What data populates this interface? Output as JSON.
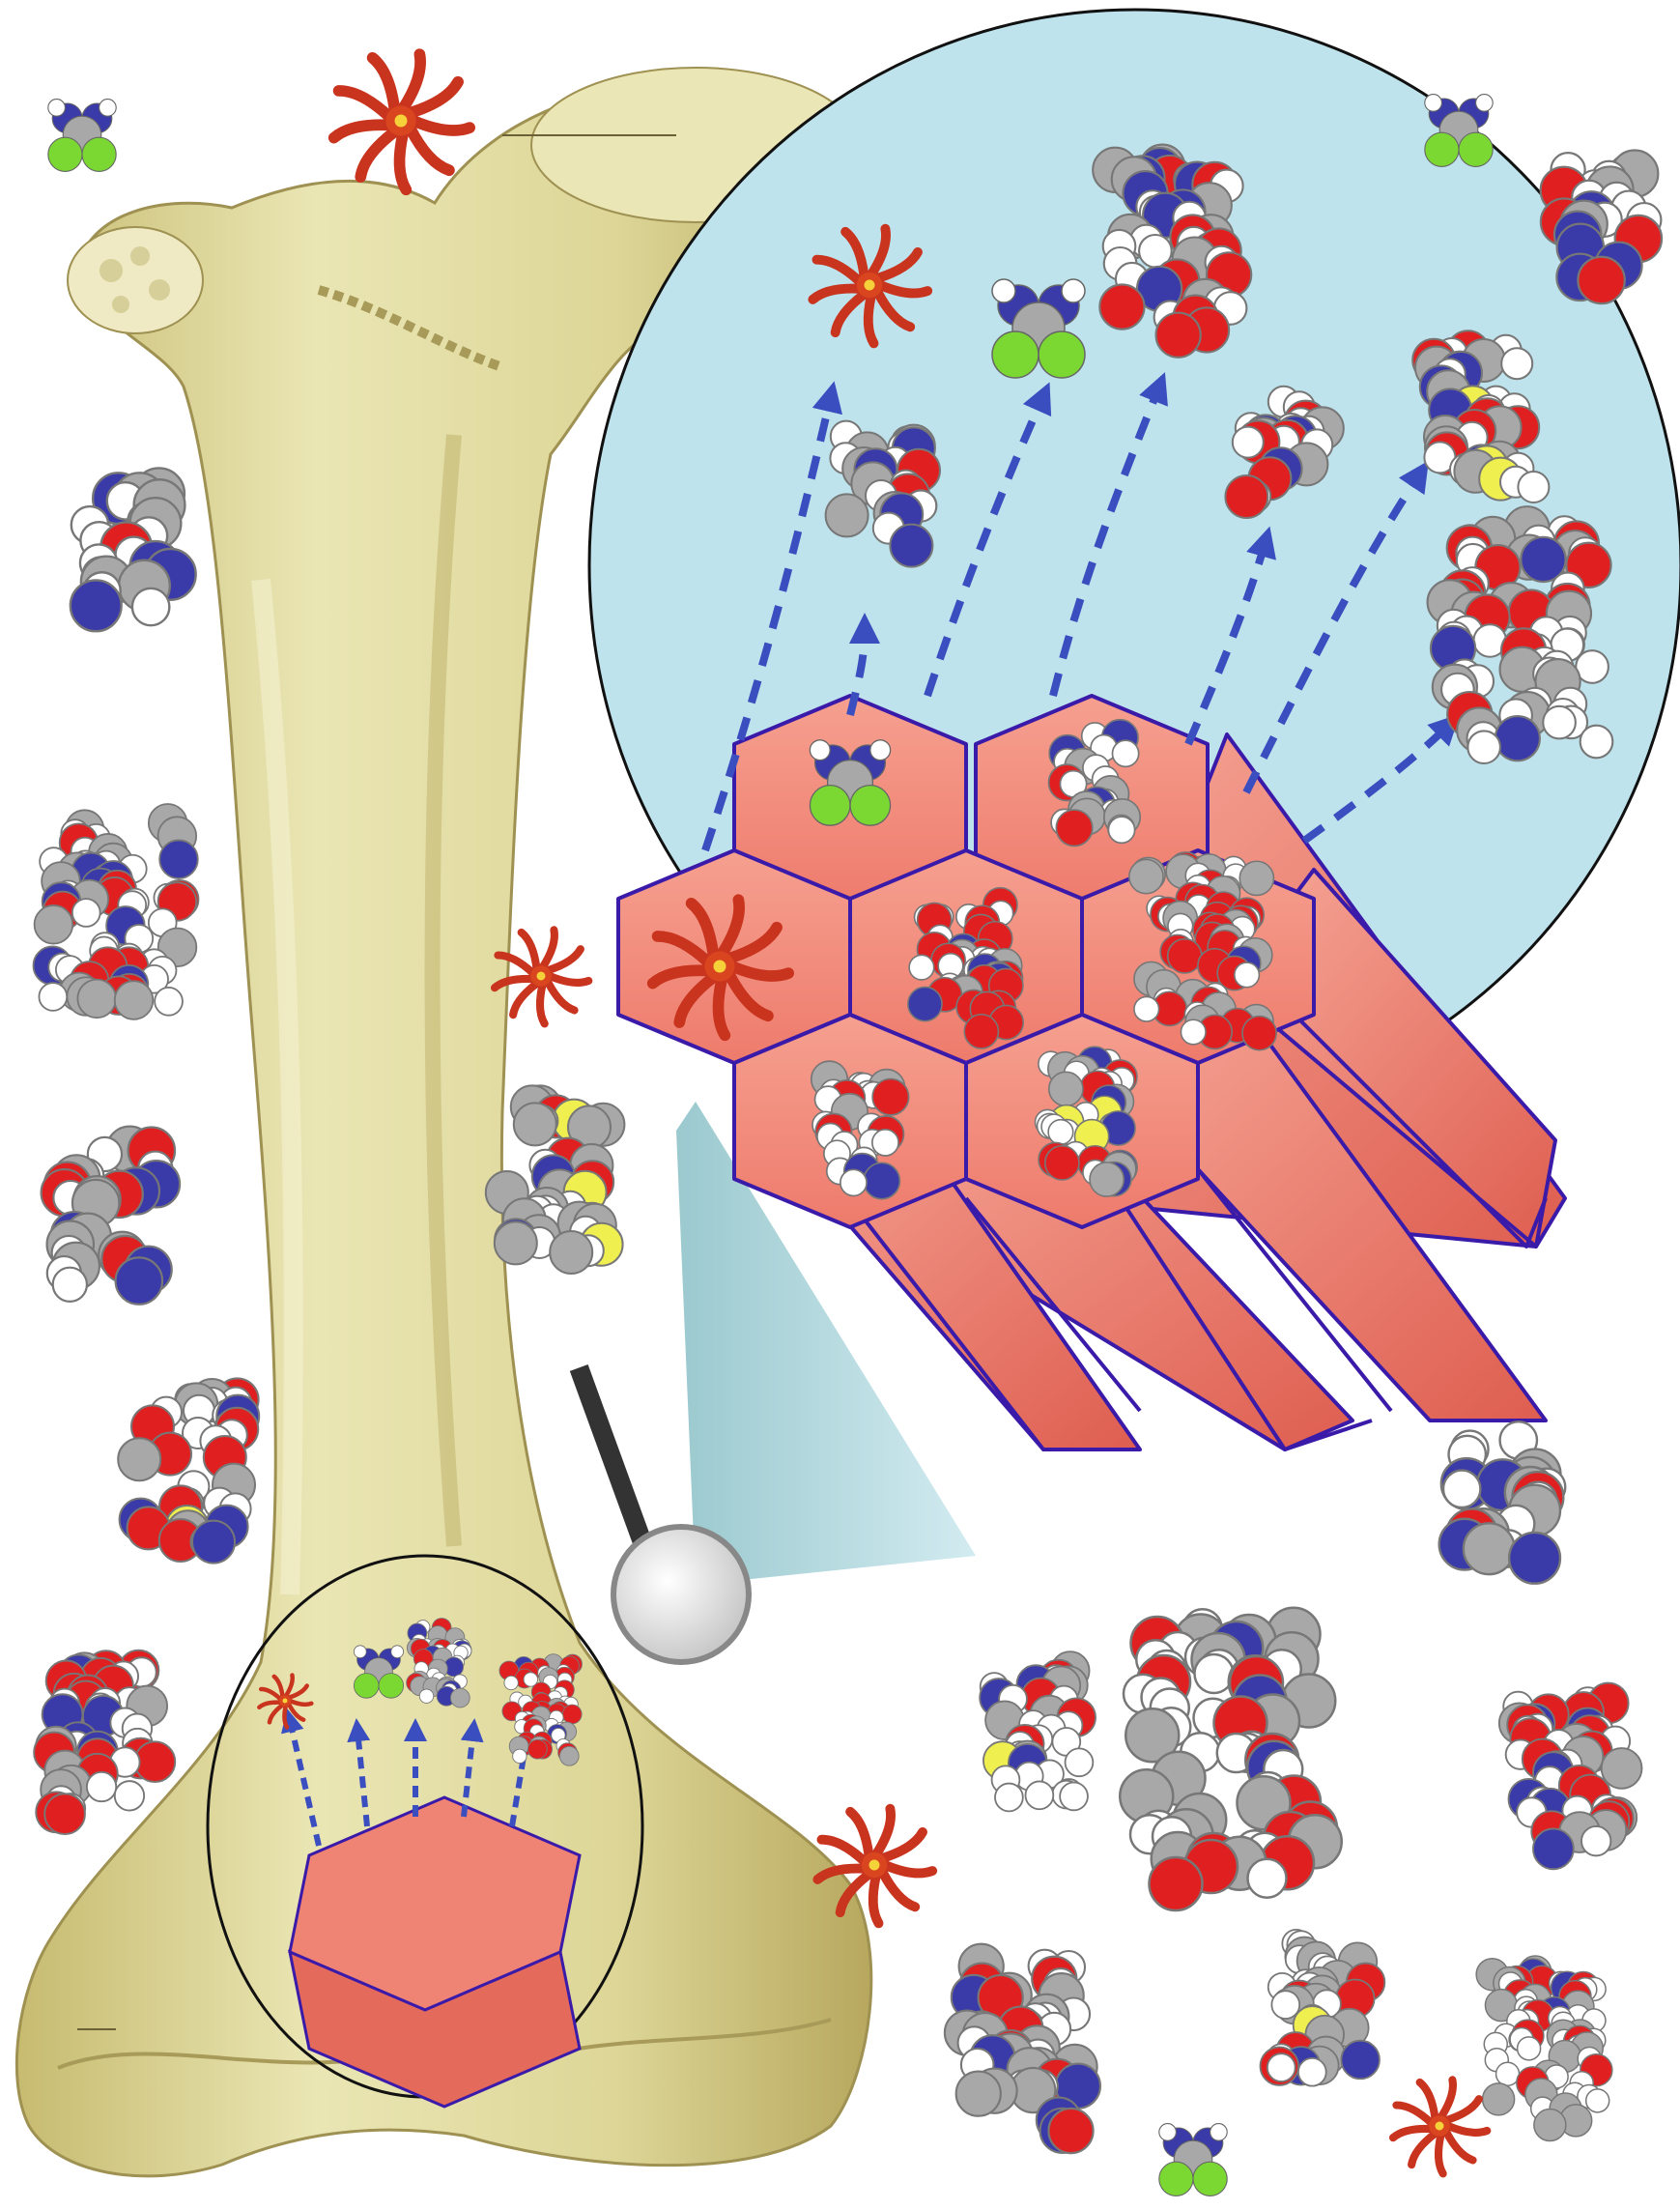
{
  "figure": {
    "text_labels": []
  },
  "colors": {
    "background": "#ffffff",
    "bone": "#e2dc9e",
    "bone_shadow": "#b8ab62",
    "bone_highlight": "#f4f1cf",
    "magnifier_fill": "#bfe3ec",
    "lens_rim": "#888888",
    "hexagon_face": "#f28b7c",
    "hexagon_side": "#e46a5c",
    "hexagon_edge": "#3a1aa8",
    "arrow": "#3b4ec0",
    "atom_carbon": "#a8a8a8",
    "atom_hydrogen": "#ffffff",
    "atom_oxygen": "#e02020",
    "atom_nitrogen": "#3a3aa8",
    "atom_chlorine": "#7bd832",
    "atom_sulfur": "#f0ef50",
    "cell_star": "#c8341e"
  },
  "elements": {
    "bone": "femur-bone",
    "zoom_region": "zoom-region-circle",
    "magnifier": "magnifying-glass-icon",
    "inset": "magnified-inset",
    "scaffold": "hexagonal-scaffold",
    "molecules": [
      "cisplatin-molecule",
      "fluorouracil-molecule",
      "doxorubicin-molecule",
      "methotrexate-molecule",
      "drug-molecule-with-sulfur",
      "cytarabine-like-molecule"
    ],
    "cells": "star-shaped-cell-icon",
    "arrows": "release-arrow"
  }
}
